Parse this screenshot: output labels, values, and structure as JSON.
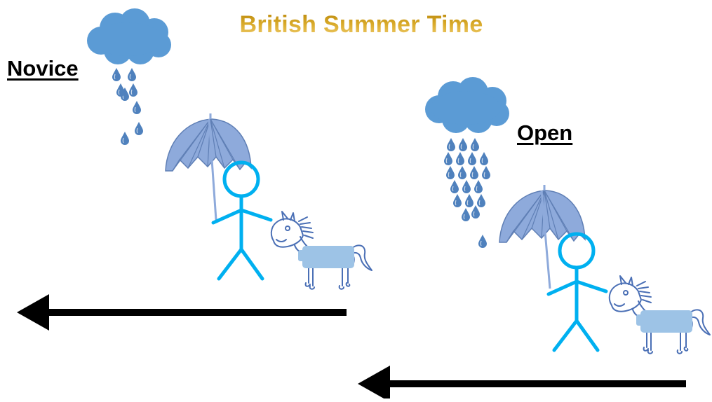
{
  "title": "British Summer Time",
  "scenes": [
    {
      "label": "Novice"
    },
    {
      "label": "Open"
    }
  ],
  "colors": {
    "title_gold": "#c6971e",
    "cloud": "#5b9bd5",
    "stick_figure": "#00b0f0",
    "umbrella": "#8eaadb",
    "horse_line": "#4a6fb5",
    "horse_rug": "#9dc3e6",
    "arrow": "#000000"
  },
  "icons": [
    "rain-cloud-icon",
    "umbrella-icon",
    "stick-figure-icon",
    "horse-icon",
    "left-arrow-icon"
  ]
}
